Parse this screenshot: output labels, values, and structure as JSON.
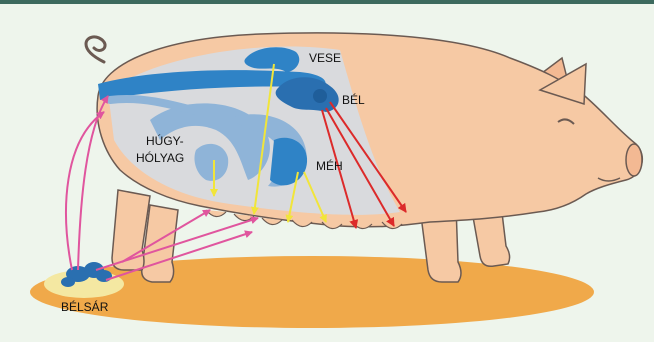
{
  "labels": {
    "vese": "VESE",
    "bel": "BÉL",
    "hugy_line1": "HÚGY-",
    "hugy_line2": "HÓLYAG",
    "meh": "MÉH",
    "belsar": "BÉLSÁR"
  },
  "colors": {
    "frame_border": "#3d6a5e",
    "background": "#eef5ec",
    "pig_skin": "#f6c9a4",
    "pig_outline": "#6b5a52",
    "ground": "#f0a94a",
    "organ_blue": "#2f83c6",
    "organ_light": "#8fb4d8",
    "body_cavity": "#cfdff0",
    "arrow_pink": "#e0559e",
    "arrow_yellow": "#f1e53a",
    "arrow_red": "#dc2a2a",
    "feces_blue": "#2a6fb0"
  },
  "icons": [
    "pig-illustration",
    "arrow-pink",
    "arrow-yellow",
    "arrow-red"
  ]
}
